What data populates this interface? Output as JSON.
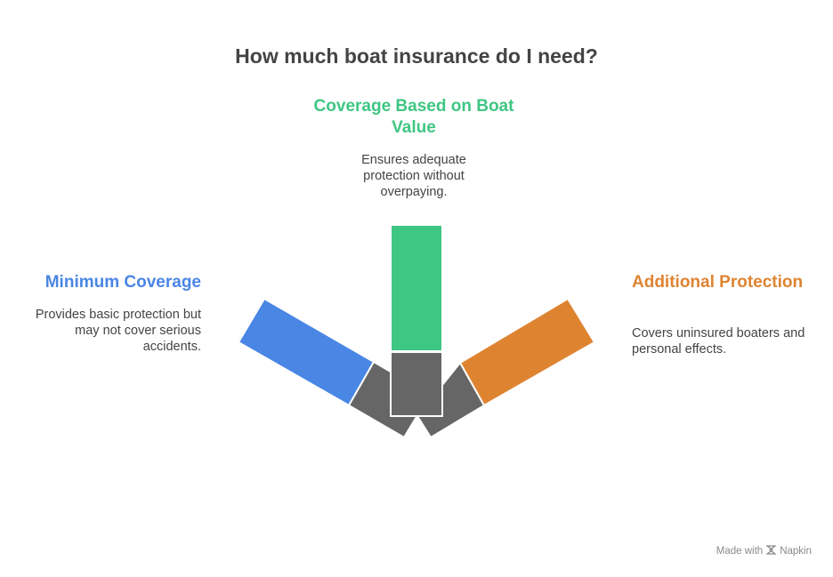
{
  "title": "How much boat insurance do I need?",
  "options": {
    "left": {
      "heading": "Minimum Coverage",
      "description": "Provides basic protection but may not cover serious accidents.",
      "color": "#4a86e4"
    },
    "center": {
      "heading": "Coverage Based on Boat Value",
      "description": "Ensures adequate protection without overpaying.",
      "color": "#3ec683"
    },
    "right": {
      "heading": "Additional Protection",
      "description": "Covers uninsured boaters and personal effects.",
      "color": "#de8431"
    },
    "hub_color": "#666666"
  },
  "footer": {
    "made_with": "Made with",
    "brand": "Napkin",
    "icon": "napkin-logo-icon"
  }
}
